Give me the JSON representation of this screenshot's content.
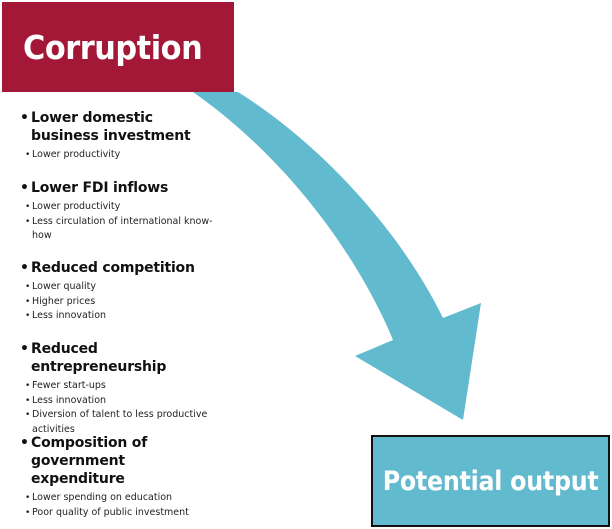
{
  "diagram": {
    "source": {
      "label": "Corruption",
      "color": "#a31836"
    },
    "target": {
      "label": "Potential output",
      "color": "#62bace",
      "border": "#111111"
    },
    "arrow": {
      "color": "#62bace",
      "direction": "from source to target"
    },
    "factors": [
      {
        "heading": "Lower domestic business investment",
        "items": [
          "Lower productivity"
        ]
      },
      {
        "heading": "Lower FDI inflows",
        "items": [
          "Lower productivity",
          "Less circulation of international know-how"
        ]
      },
      {
        "heading": "Reduced competition",
        "items": [
          "Lower quality",
          "Higher prices",
          "Less innovation"
        ]
      },
      {
        "heading": "Reduced entrepreneurship",
        "items": [
          "Fewer start-ups",
          "Less innovation",
          "Diversion of talent to less productive activities"
        ]
      },
      {
        "heading": "Composition of government expenditure",
        "items": [
          "Lower spending on education",
          "Poor quality of public investment"
        ]
      }
    ]
  }
}
